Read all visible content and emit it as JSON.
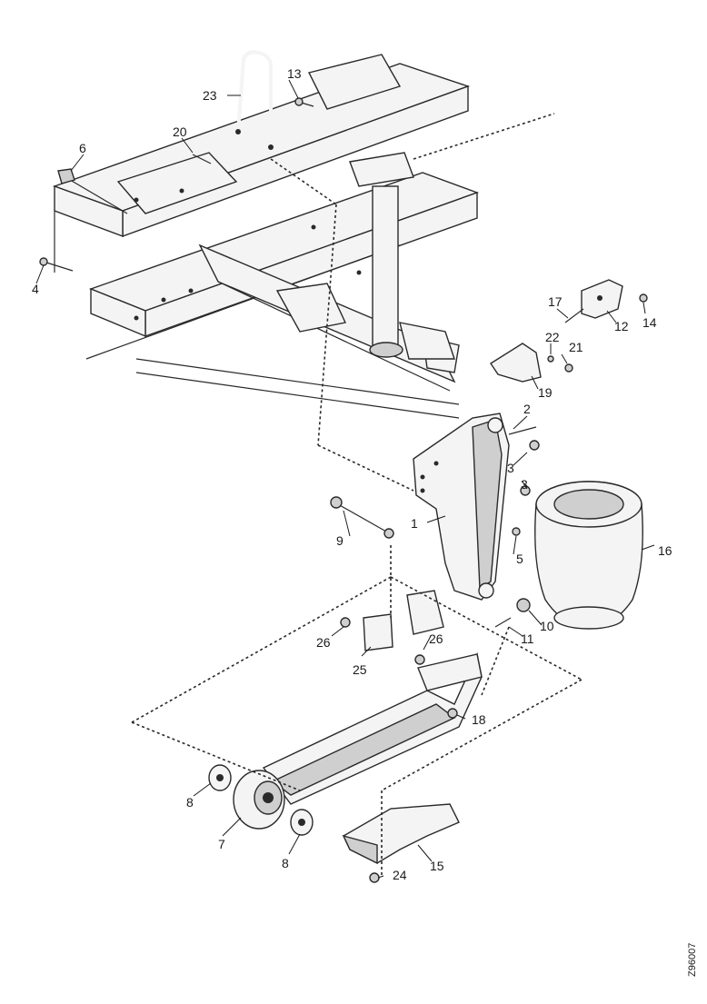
{
  "diagram": {
    "document_code": "Z96007",
    "callouts": {
      "c1": "1",
      "c2": "2",
      "c3a": "3",
      "c3b": "3",
      "c4": "4",
      "c5": "5",
      "c6": "6",
      "c7": "7",
      "c8a": "8",
      "c8b": "8",
      "c9": "9",
      "c10": "10",
      "c11": "11",
      "c12": "12",
      "c13": "13",
      "c14": "14",
      "c15": "15",
      "c16": "16",
      "c17": "17",
      "c18": "18",
      "c19": "19",
      "c20": "20",
      "c21": "21",
      "c22": "22",
      "c23": "23",
      "c24": "24",
      "c25": "25",
      "c26a": "26",
      "c26b": "26"
    }
  }
}
